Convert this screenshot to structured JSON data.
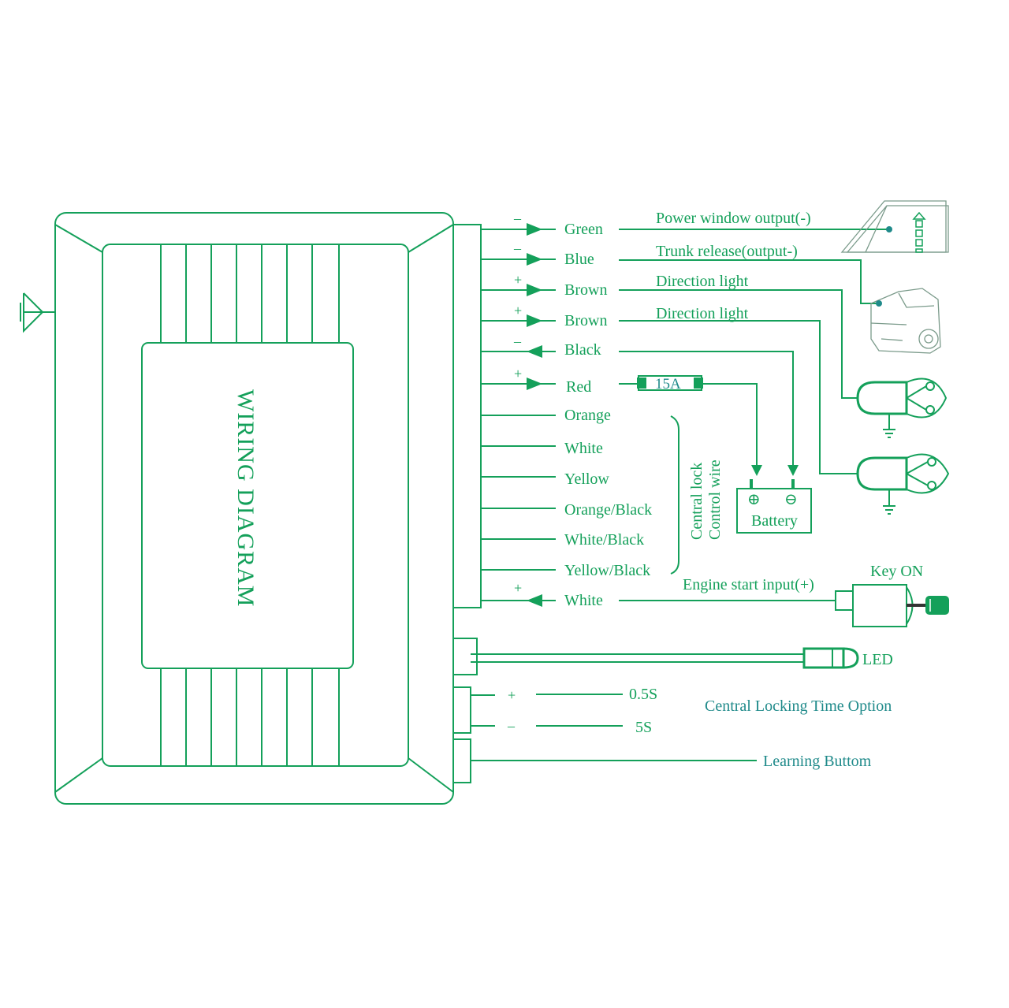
{
  "title": "WIRING DIAGRAM",
  "colors": {
    "wire": "#14a05a",
    "accent": "#1f8a8a",
    "drawing": "#7a9a8a"
  },
  "wires": [
    {
      "sign": "–",
      "color": "Green",
      "label": "Power window output(-)"
    },
    {
      "sign": "–",
      "color": "Blue",
      "label": "Trunk release(output-)"
    },
    {
      "sign": "+",
      "color": "Brown",
      "label": "Direction light"
    },
    {
      "sign": "+",
      "color": "Brown",
      "label": "Direction light"
    },
    {
      "sign": "–",
      "color": "Black",
      "label": ""
    },
    {
      "sign": "+",
      "color": "Red",
      "label": ""
    },
    {
      "sign": "",
      "color": "Orange",
      "label": ""
    },
    {
      "sign": "",
      "color": "White",
      "label": ""
    },
    {
      "sign": "",
      "color": "Yellow",
      "label": ""
    },
    {
      "sign": "",
      "color": "Orange/Black",
      "label": ""
    },
    {
      "sign": "",
      "color": "White/Black",
      "label": ""
    },
    {
      "sign": "",
      "color": "Yellow/Black",
      "label": ""
    },
    {
      "sign": "+",
      "color": "White",
      "label": "Engine start input(+)"
    }
  ],
  "fuse": "15A",
  "battery": {
    "label": "Battery",
    "plus": "⊕",
    "minus": "⊖"
  },
  "central_lock": {
    "line1": "Central lock",
    "line2": "Control wire"
  },
  "key": {
    "label": "Key ON"
  },
  "led": {
    "label": "LED"
  },
  "time_option": {
    "title": "Central Locking Time Option",
    "plus_sign": "+",
    "plus_value": "0.5S",
    "minus_sign": "–",
    "minus_value": "5S"
  },
  "learning": {
    "label": "Learning Buttom"
  }
}
